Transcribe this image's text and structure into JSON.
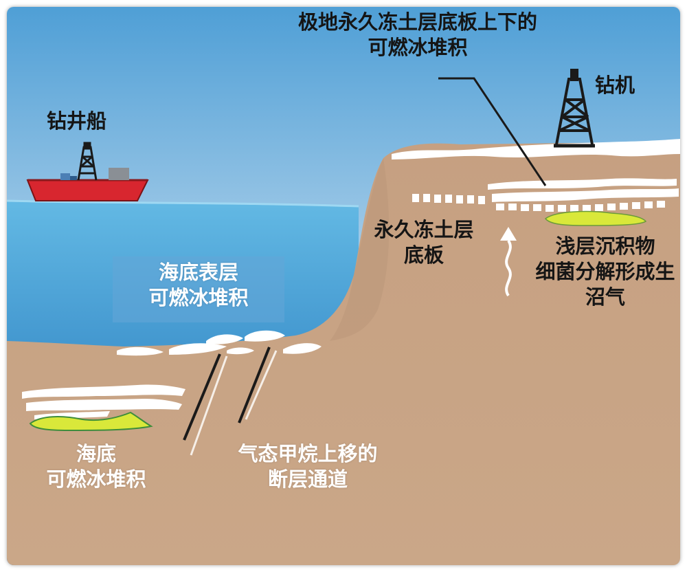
{
  "labels": {
    "drill_ship": "钻井船",
    "drill_rig": "钻机",
    "permafrost_hydrate": {
      "line1": "极地永久冻土层底板上下的",
      "line2": "可燃冰堆积"
    },
    "permafrost_base": {
      "line1": "永久冻土层",
      "line2": "底板"
    },
    "shallow_sediment": {
      "line1": "浅层沉积物",
      "line2": "细菌分解形成生",
      "line3": "沼气"
    },
    "seafloor_surface_hydrate": {
      "line1": "海底表层",
      "line2": "可燃冰堆积"
    },
    "seabed_hydrate": {
      "line1": "海底",
      "line2": "可燃冰堆积"
    },
    "fault_channel": {
      "line1": "气态甲烷上移的",
      "line2": "断层通道"
    }
  },
  "colors": {
    "sky_top": "#4f9fd6",
    "sky_bottom": "#e8f1f8",
    "sea_top": "#5fb7e3",
    "sea_bottom": "#1f6ea9",
    "sediment": "#c9a484",
    "sediment_dark": "#b8937a",
    "hydrate_yellow": "#d9e83a",
    "ship_hull": "#d8262f",
    "ice_white": "#ffffff"
  }
}
